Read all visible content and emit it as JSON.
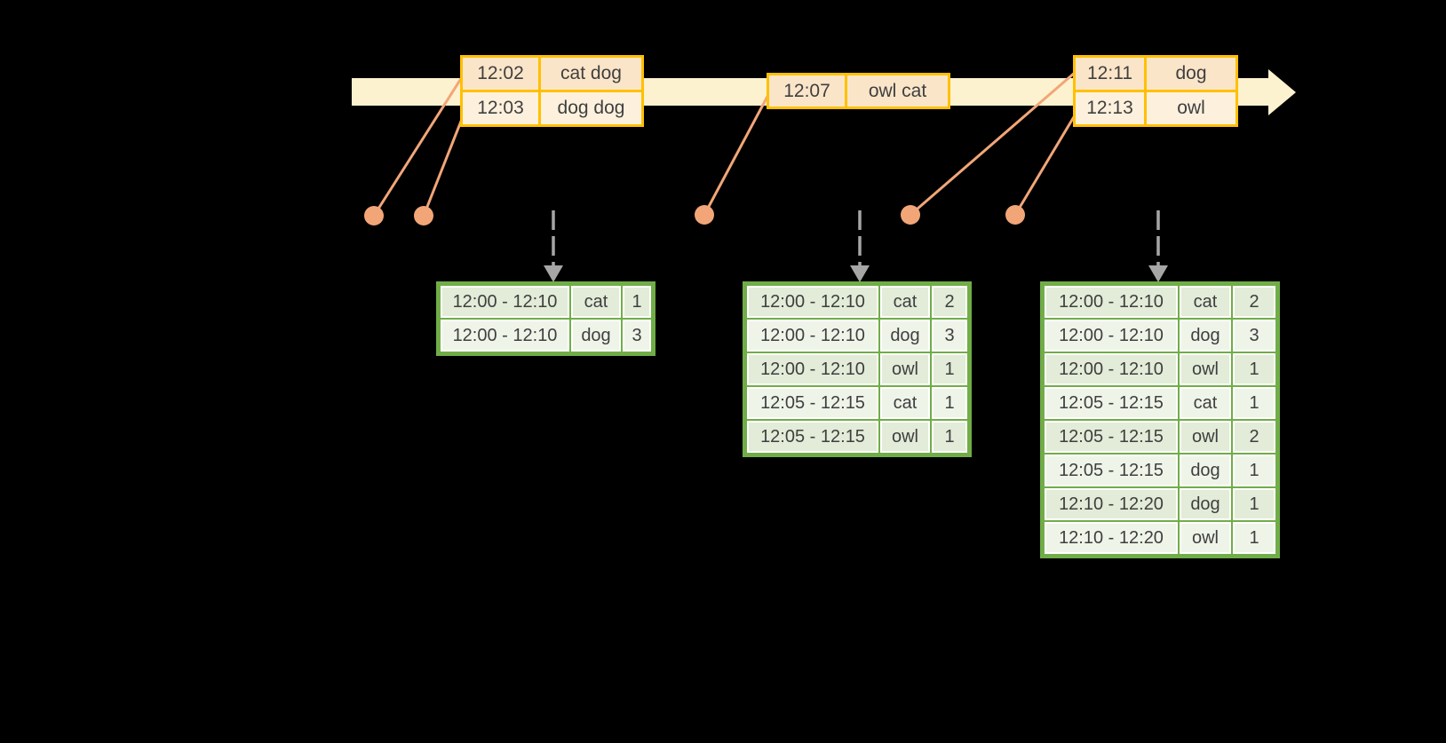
{
  "palette": {
    "background": "#000000",
    "timeline_fill": "#FDF2CF",
    "event_border": "#FFC000",
    "event_row_fill": "#FBE5C9",
    "event_row_alt_fill": "#FDF1DD",
    "connector": "#F2A678",
    "trigger_arrow": "#A6A6A6",
    "result_border": "#70AD47",
    "result_row_fill": "#E2ECD8",
    "result_row_alt_fill": "#EFF4E9",
    "text": "#3F3F3F"
  },
  "icons": {
    "timeline_arrowhead": "triangle-right",
    "event_dot": "filled-circle",
    "trigger_arrow": "dashed-down-arrow"
  },
  "event_tables": [
    {
      "rows": [
        [
          "12:02",
          "cat dog"
        ],
        [
          "12:03",
          "dog dog"
        ]
      ]
    },
    {
      "rows": [
        [
          "12:07",
          "owl cat"
        ]
      ]
    },
    {
      "rows": [
        [
          "12:11",
          "dog"
        ],
        [
          "12:13",
          "owl"
        ]
      ]
    }
  ],
  "result_tables": [
    {
      "rows": [
        [
          "12:00 - 12:10",
          "cat",
          "1"
        ],
        [
          "12:00 - 12:10",
          "dog",
          "3"
        ]
      ]
    },
    {
      "rows": [
        [
          "12:00 - 12:10",
          "cat",
          "2"
        ],
        [
          "12:00 - 12:10",
          "dog",
          "3"
        ],
        [
          "12:00 - 12:10",
          "owl",
          "1"
        ],
        [
          "12:05 - 12:15",
          "cat",
          "1"
        ],
        [
          "12:05 - 12:15",
          "owl",
          "1"
        ]
      ]
    },
    {
      "rows": [
        [
          "12:00 - 12:10",
          "cat",
          "2"
        ],
        [
          "12:00 - 12:10",
          "dog",
          "3"
        ],
        [
          "12:00 - 12:10",
          "owl",
          "1"
        ],
        [
          "12:05 - 12:15",
          "cat",
          "1"
        ],
        [
          "12:05 - 12:15",
          "owl",
          "2"
        ],
        [
          "12:05 - 12:15",
          "dog",
          "1"
        ],
        [
          "12:10 - 12:20",
          "dog",
          "1"
        ],
        [
          "12:10 - 12:20",
          "owl",
          "1"
        ]
      ]
    }
  ]
}
